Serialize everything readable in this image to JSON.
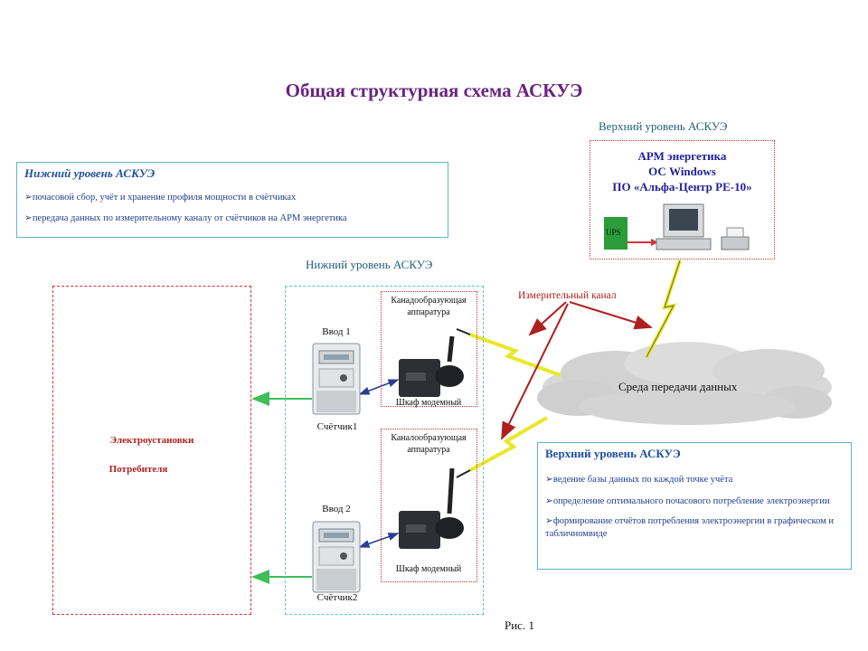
{
  "title": "Общая структурная схема АСКУЭ",
  "upper_caption": "Верхний уровень АСКУЭ",
  "arm": {
    "line1": "АРМ энергетика",
    "line2": "ОС Windows",
    "line3": "ПО «Альфа-Центр РЕ-10»",
    "ups": "UPS"
  },
  "lower_info": {
    "title": "Нижний уровень АСКУЭ",
    "items": [
      "почасовой сбор, учёт и хранение профиля мощности в счётчиках",
      "передача данных по измерительному каналу от счётчиков на АРМ энергетика"
    ]
  },
  "lower_caption": "Нижний уровень АСКУЭ",
  "consumer": {
    "line1": "Электроустановки",
    "line2": "Потребителя"
  },
  "inputs": [
    {
      "input": "Ввод 1",
      "meter": "Счётчик1",
      "channel_eq": "Канадообразующая аппаратура",
      "cabinet": "Шкаф модемный"
    },
    {
      "input": "Ввод 2",
      "meter": "Счётчик2",
      "channel_eq": "Каналообразующая аппаратура",
      "cabinet": "Шкаф модемный"
    }
  ],
  "measuring_channel": "Измерительный канал",
  "data_medium": "Среда передачи данных",
  "upper_info": {
    "title": "Верхний уровень АСКУЭ",
    "items": [
      "ведение базы данных по каждой точке учёта",
      "определение оптимального почасового потребление электроэнергии",
      "формирование отчётов потребления электроэнергии в графическом и табличномвиде"
    ]
  },
  "figure_caption": "Рис. 1"
}
